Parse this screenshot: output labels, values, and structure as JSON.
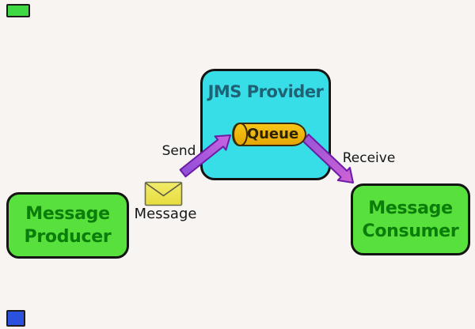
{
  "diagram": {
    "provider": {
      "label": "JMS Provider"
    },
    "producer": {
      "label": "Message Producer",
      "lines": [
        "Message",
        "Producer"
      ]
    },
    "consumer": {
      "label": "Message Consumer",
      "lines": [
        "Message",
        "Consumer"
      ]
    },
    "queue": {
      "label": "Queue"
    },
    "labels": {
      "send": "Send",
      "receive": "Receive",
      "message": "Message"
    }
  },
  "icons": {
    "envelope": "envelope-icon",
    "queue_cylinder": "queue-cylinder-icon",
    "send_arrow": "send-arrow-icon",
    "receive_arrow": "receive-arrow-icon"
  },
  "colors": {
    "background": "#f7f4f2",
    "node_green": "#58e03c",
    "node_green_text": "#0a7d0a",
    "provider_cyan": "#38dee7",
    "provider_text": "#1e6375",
    "queue_amber": "#f2b70a",
    "queue_text": "#2e2300",
    "arrow_purple_start": "#8f4fd8",
    "arrow_purple_end": "#cf63d4",
    "arrow_outline": "#6d1ca6",
    "envelope_yellow": "#ece44e",
    "label_text": "#161616",
    "decor_green": "#3fd943",
    "decor_blue": "#2a52de"
  }
}
